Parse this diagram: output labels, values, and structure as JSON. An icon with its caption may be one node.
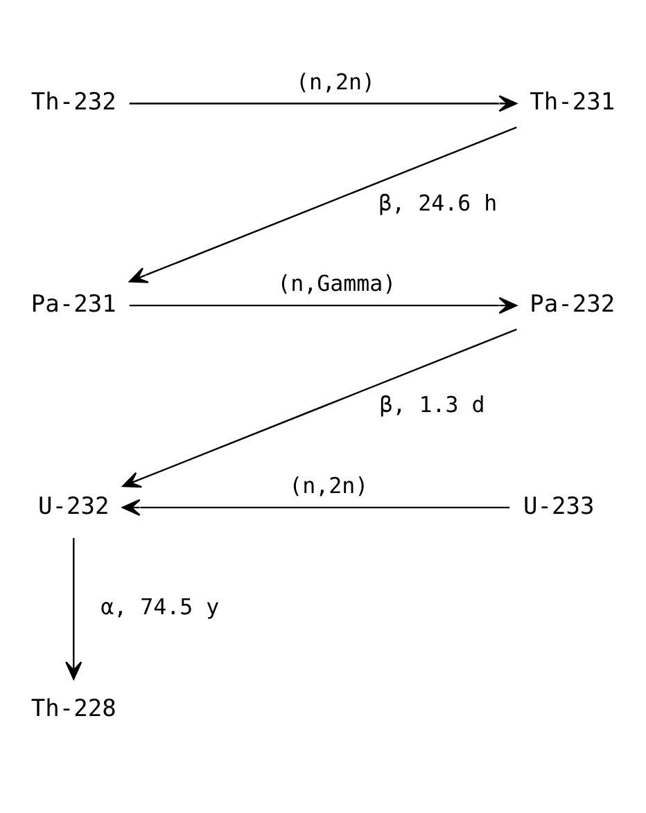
{
  "diagram": {
    "nodes": [
      {
        "text": [
          "Th-232"
        ]
      },
      {
        "text": [
          "Th-231"
        ]
      },
      {
        "text": [
          "Pa-231"
        ]
      },
      {
        "text": [
          "Pa-232"
        ]
      },
      {
        "text": [
          "U-232"
        ]
      },
      {
        "text": [
          "U-233"
        ]
      },
      {
        "text": [
          "Th-228"
        ]
      }
    ],
    "edges": [
      {
        "from": 0,
        "to": 1,
        "arrow": "to",
        "label": "(n,2n)"
      },
      {
        "from": 1,
        "to": 2,
        "arrow": "to",
        "label": "β, 24.6 h"
      },
      {
        "from": 2,
        "to": 3,
        "arrow": "to",
        "label": "(n,Gamma)"
      },
      {
        "from": 3,
        "to": 4,
        "arrow": "to",
        "label": "β, 1.3 d"
      },
      {
        "from": 5,
        "to": 4,
        "arrow": "to",
        "label": "(n,2n)"
      },
      {
        "from": 4,
        "to": 6,
        "arrow": "to",
        "label": "α, 74.5 y"
      }
    ]
  }
}
